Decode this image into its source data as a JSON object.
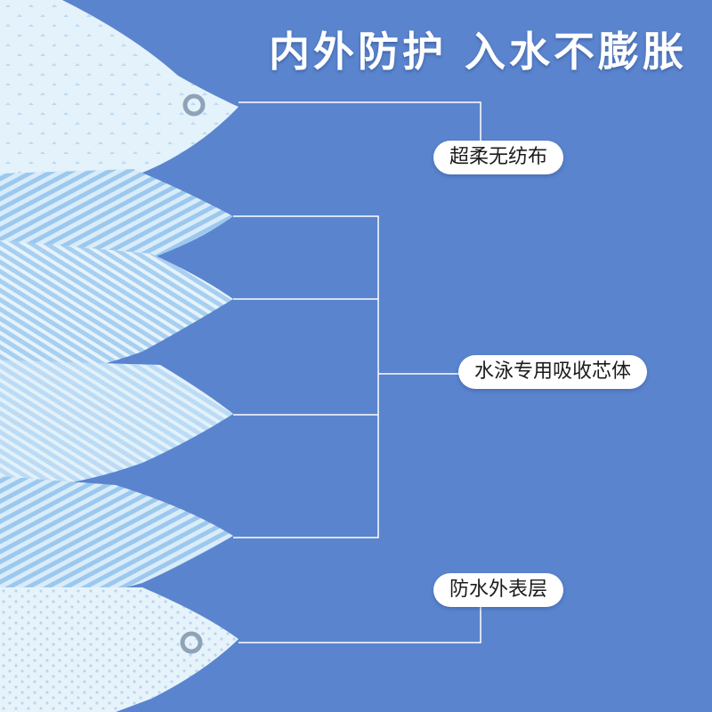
{
  "headline": "内外防护 入水不膨胀",
  "labels": {
    "top": "超柔无纺布",
    "middle": "水泳专用吸收芯体",
    "bottom": "防水外表层"
  },
  "colors": {
    "background": "#5a84ce",
    "layer_light": "#e4f2fb",
    "layer_mid": "#cfe6f8",
    "layer_rib": "#b7d8f2",
    "line": "#ffffff"
  }
}
